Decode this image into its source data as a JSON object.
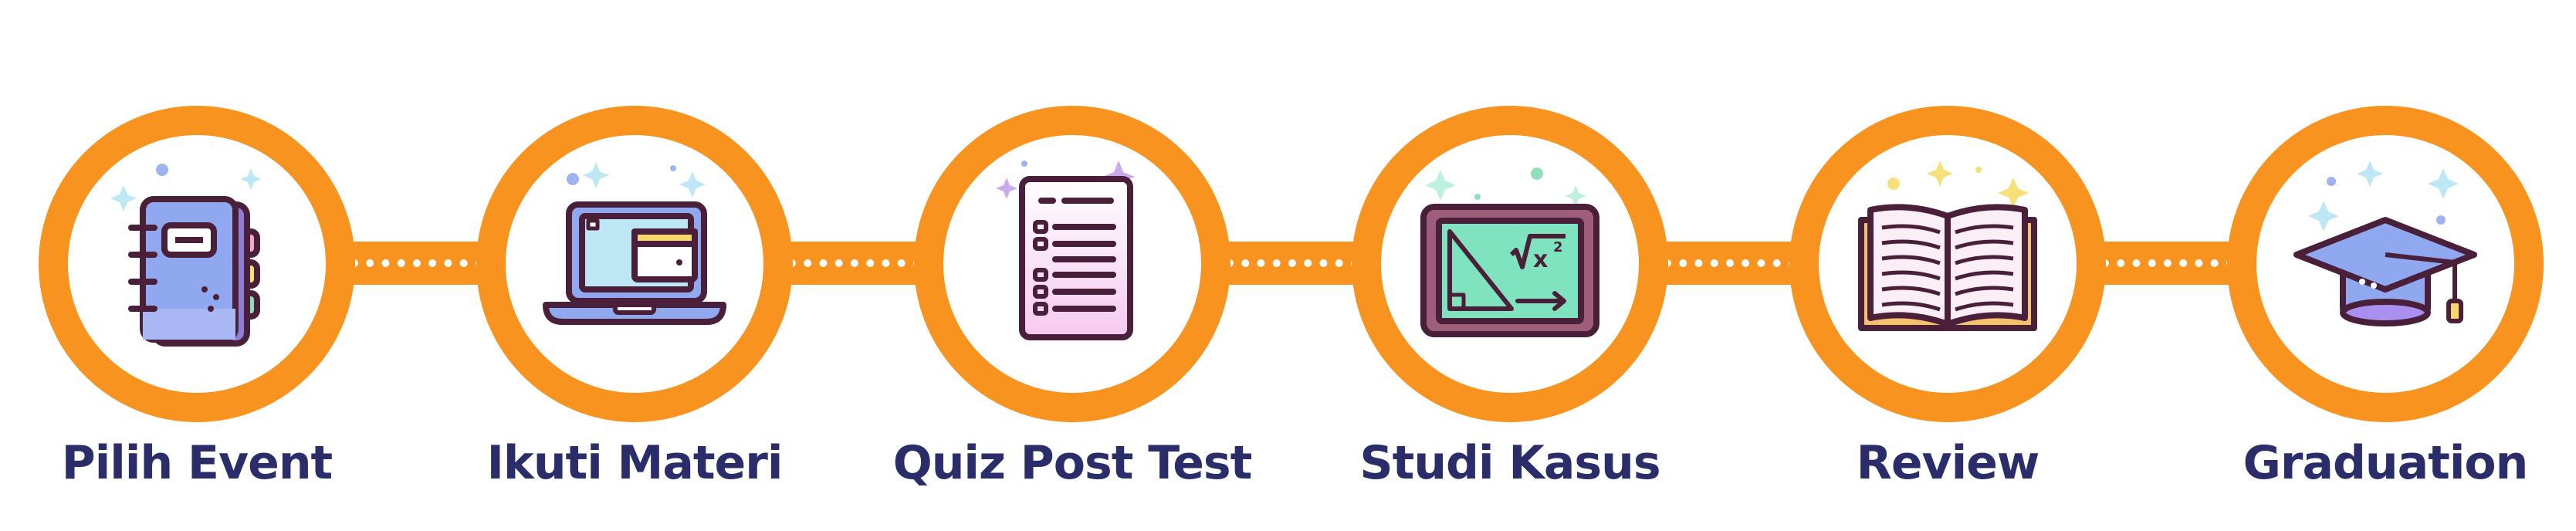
{
  "colors": {
    "ring": "#F7931E",
    "label": "#2B2D6B",
    "outline": "#4A1F3A"
  },
  "steps": [
    {
      "label": "Pilih Event",
      "icon": "notebook-icon"
    },
    {
      "label": "Ikuti Materi",
      "icon": "laptop-icon"
    },
    {
      "label": "Quiz Post Test",
      "icon": "checklist-document-icon"
    },
    {
      "label": "Studi Kasus",
      "icon": "math-chalkboard-icon"
    },
    {
      "label": "Review",
      "icon": "open-book-icon"
    },
    {
      "label": "Graduation",
      "icon": "graduation-cap-icon"
    }
  ]
}
